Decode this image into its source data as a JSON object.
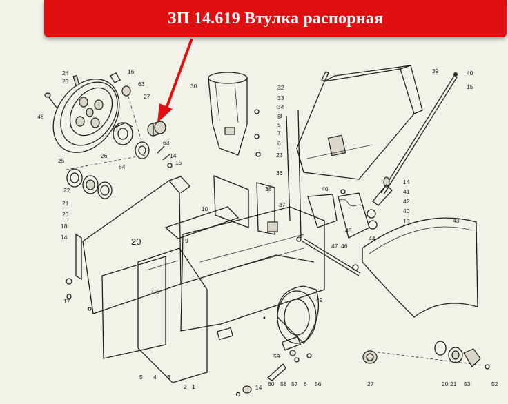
{
  "banner": {
    "title": "ЗП 14.619 Втулка распорная",
    "color": "#e01010"
  },
  "arrow_color": "#e01010",
  "labels": [
    "24",
    "23",
    "48",
    "16",
    "63",
    "27",
    "25",
    "26",
    "64",
    "63",
    "14",
    "15",
    "22",
    "21",
    "20",
    "30",
    "8",
    "5",
    "7",
    "6",
    "23",
    "32",
    "33",
    "34",
    "3",
    "36",
    "38",
    "37",
    "39",
    "40",
    "15",
    "14",
    "41",
    "42",
    "40",
    "13",
    "43",
    "44",
    "45",
    "47",
    "46",
    "49",
    "10",
    "20",
    "9",
    "18",
    "14",
    "17",
    "7",
    "6",
    "5",
    "4",
    "3",
    "2",
    "1",
    "59",
    "58",
    "57",
    "6",
    "56",
    "14",
    "60",
    "27",
    "20",
    "21",
    "53",
    "52",
    "40"
  ]
}
